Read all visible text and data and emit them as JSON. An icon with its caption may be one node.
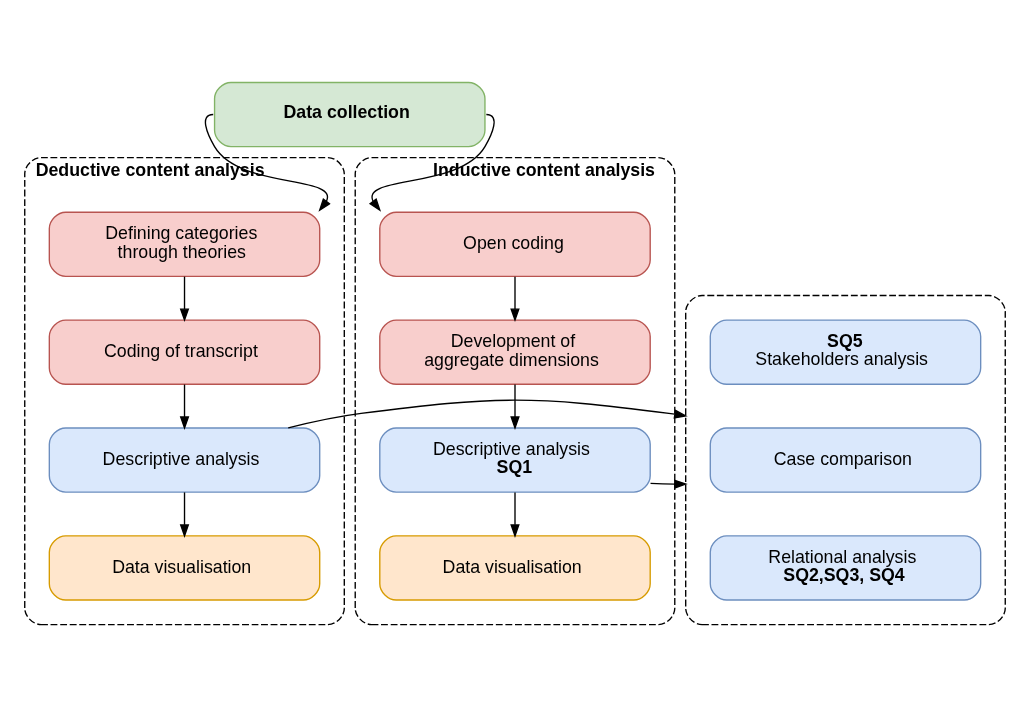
{
  "diagram": {
    "nodes": [
      {
        "text": [
          "Data collection"
        ]
      },
      {
        "text": [
          "Deductive content analysis"
        ]
      },
      {
        "text": [
          "Defining categories through theories"
        ],
        "in": 1
      },
      {
        "text": [
          "Coding of transcript"
        ],
        "in": 1
      },
      {
        "text": [
          "Descriptive analysis"
        ],
        "in": 1
      },
      {
        "text": [
          "Data visualisation"
        ],
        "in": 1
      },
      {
        "text": [],
        "shape": "box"
      },
      {
        "text": [
          "SQ5",
          "Stakeholders analysis"
        ],
        "in": 6
      },
      {
        "text": [
          "Case comparison"
        ],
        "in": 6
      },
      {
        "text": [
          "Relational analysis",
          "SQ2,SQ3, SQ4"
        ],
        "in": 6
      },
      {
        "text": [
          "Inductive content analysis"
        ]
      },
      {
        "text": [
          "Open coding"
        ],
        "in": 10
      },
      {
        "text": [
          "Development of aggregate dimensions"
        ],
        "in": 10
      },
      {
        "text": [
          "Descriptive analysis",
          "SQ1"
        ],
        "in": 10
      },
      {
        "text": [
          "Data visualisation"
        ],
        "in": 10
      }
    ],
    "edges": [
      {
        "from": 0,
        "to": 2,
        "arrow": "to"
      },
      {
        "from": 0,
        "to": 11,
        "arrow": "to"
      },
      {
        "from": 2,
        "to": 3,
        "arrow": "to"
      },
      {
        "from": 3,
        "to": 4,
        "arrow": "to"
      },
      {
        "from": 4,
        "to": 5,
        "arrow": "to"
      },
      {
        "from": 4,
        "to": 6,
        "arrow": "to"
      },
      {
        "from": 11,
        "to": 12,
        "arrow": "to"
      },
      {
        "from": 12,
        "to": 13,
        "arrow": "to"
      },
      {
        "from": 13,
        "to": 14,
        "arrow": "to"
      },
      {
        "from": 13,
        "to": 6,
        "arrow": "to"
      }
    ]
  }
}
